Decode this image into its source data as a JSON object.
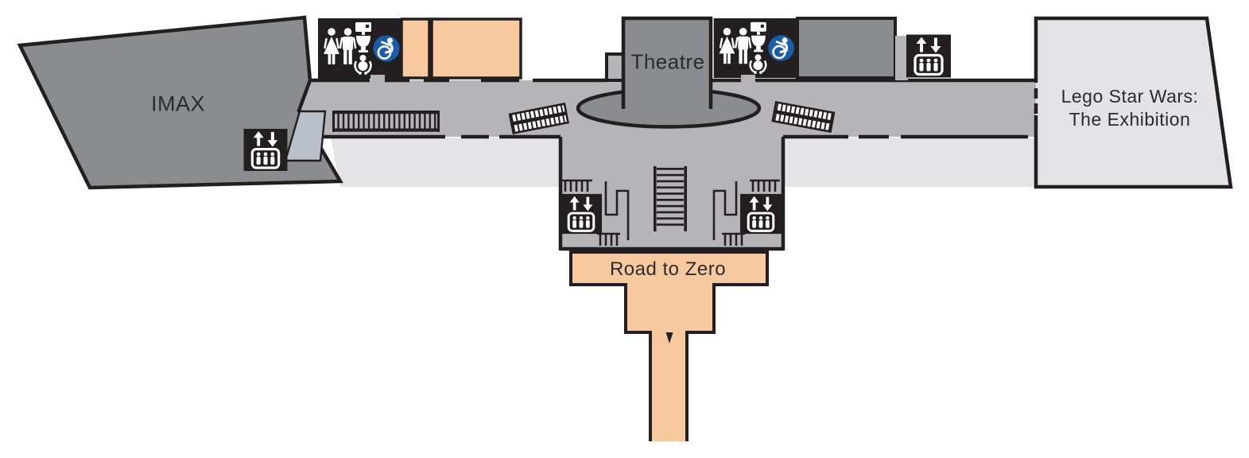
{
  "floorplan": {
    "areas": {
      "imax": {
        "label": "IMAX"
      },
      "theatre": {
        "label": "Theatre"
      },
      "lego_exhibition": {
        "label_line1": "Lego Star Wars:",
        "label_line2": "The Exhibition"
      },
      "road_to_zero": {
        "label": "Road to Zero"
      }
    },
    "icons": [
      "female-toilet-icon",
      "male-toilet-icon",
      "toilet-icon",
      "baby-change-icon",
      "accessible-toilet-icon",
      "lift-icon",
      "escalator-icon",
      "moving-walkway-icon",
      "stairs-icon"
    ],
    "colors": {
      "room_dark_gray": "#8b8c8f",
      "corridor_gray": "#b5b5b8",
      "lower_level_gray": "#e4e4e6",
      "exhibition_gray": "#e3e3e5",
      "highlight_orange": "#f8c89f",
      "wall_black": "#231f20",
      "accessible_blue": "#1a5dab",
      "link_blue_gray": "#b9c0ca"
    }
  }
}
